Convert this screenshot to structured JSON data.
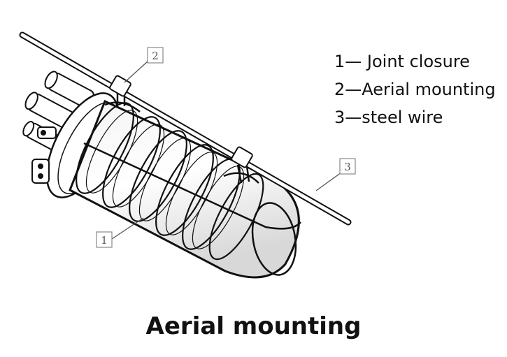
{
  "legend": {
    "items": [
      "1— Joint closure",
      "2—Aerial mounting",
      "3—steel wire"
    ]
  },
  "callouts": [
    "2",
    "3",
    "1"
  ],
  "caption": "Aerial mounting",
  "colors": {
    "line": "#111111",
    "callout_border": "#888888",
    "callout_text": "#555555"
  }
}
